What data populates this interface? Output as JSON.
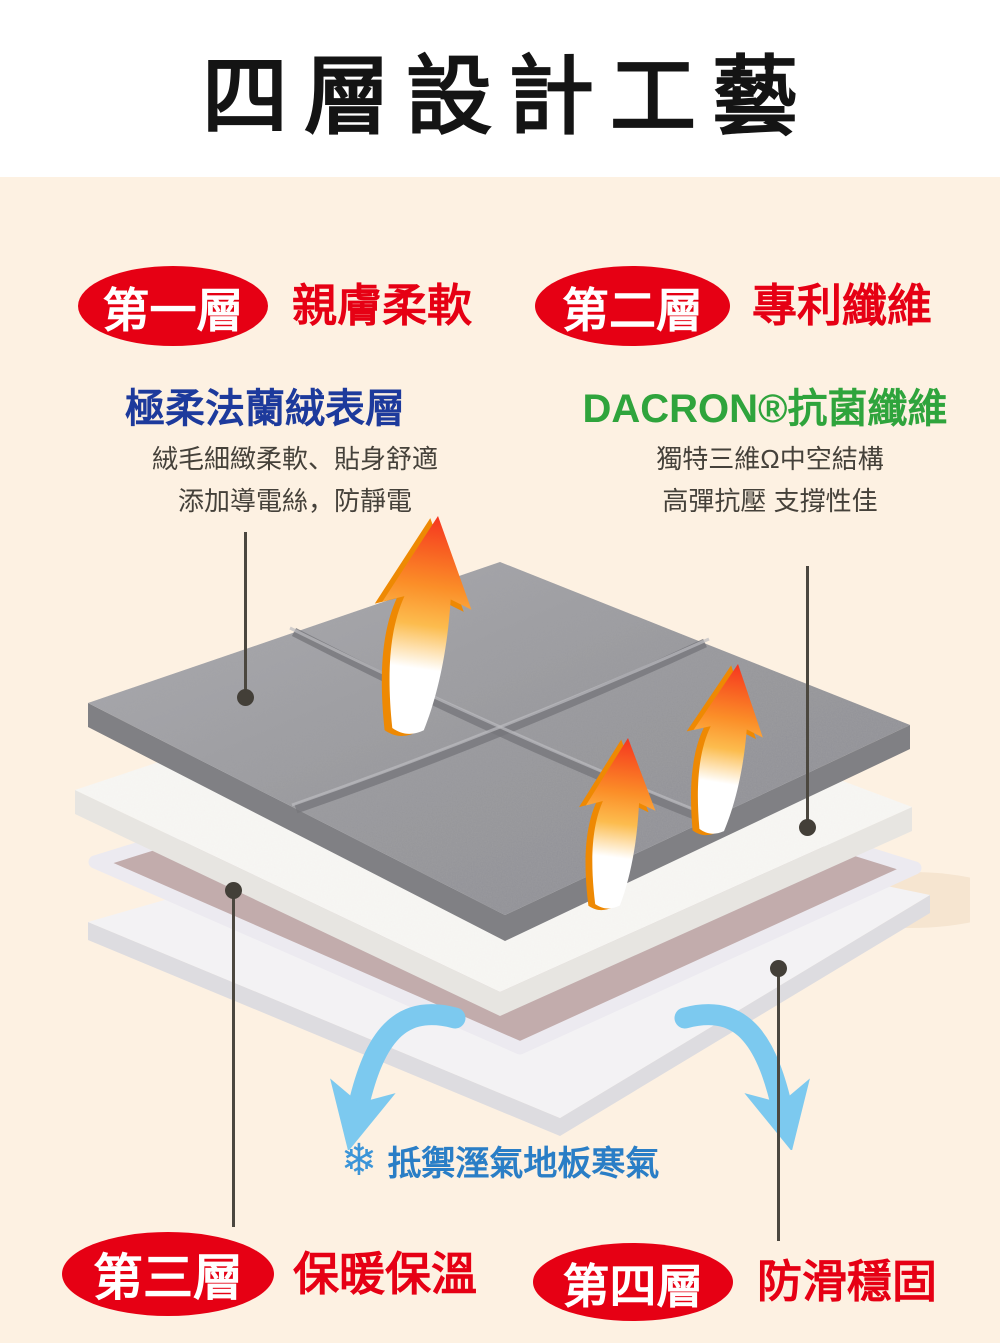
{
  "title": "四層設計工藝",
  "callouts": [
    {
      "badge": "第一層",
      "tag": "親膚柔軟",
      "heading": "極柔法蘭絨表層",
      "lines": [
        "絨毛細緻柔軟、貼身舒適",
        "添加導電絲，防靜電"
      ]
    },
    {
      "badge": "第二層",
      "tag": "專利纖維",
      "heading": "DACRON®抗菌纖維",
      "lines": [
        "獨特三維Ω中空結構",
        "高彈抗壓 支撐性佳"
      ]
    },
    {
      "badge": "第三層",
      "tag": "保暖保溫"
    },
    {
      "badge": "第四層",
      "tag": "防滑穩固"
    }
  ],
  "floor_note": {
    "icon": "snowflake-icon",
    "icon_glyph": "❄",
    "text": "抵禦溼氣地板寒氣"
  },
  "colors": {
    "accent_red": "#e60014",
    "heading_blue": "#1d3a9c",
    "heading_green": "#2fa43c",
    "note_blue": "#2a7ec6",
    "background_cream": "#fdf1e2",
    "title_black": "#141414",
    "flannel_gray": "#98989c",
    "pad_pink": "#c2acac"
  }
}
